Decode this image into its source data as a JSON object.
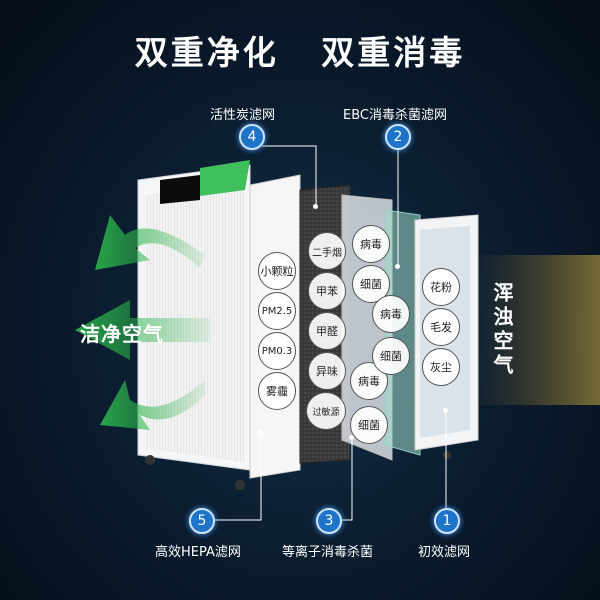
{
  "headline": {
    "left": "双重净化",
    "right": "双重消毒"
  },
  "labels": {
    "activated_carbon": "活性炭滤网",
    "ebc_filter": "EBC消毒杀菌滤网",
    "hepa": "高效HEPA滤网",
    "plasma": "等离子消毒杀菌",
    "pre_filter": "初效滤网"
  },
  "badges": {
    "b1": "1",
    "b2": "2",
    "b3": "3",
    "b4": "4",
    "b5": "5"
  },
  "air": {
    "clean": "洁净空气",
    "dirty": "浑浊空气"
  },
  "hepa_chips": [
    "小颗粒",
    "PM2.5",
    "PM0.3",
    "雾霾"
  ],
  "carbon_chips": [
    "二手烟",
    "甲苯",
    "甲醛",
    "异味",
    "过敏源"
  ],
  "plasma_chips": [
    "病毒",
    "细菌",
    "病毒",
    "细菌"
  ],
  "ebc_chips": [
    "病毒",
    "细菌"
  ],
  "pre_chips": [
    "花粉",
    "毛发",
    "灰尘"
  ],
  "colors": {
    "accent": "#1d74c9",
    "green": "#2bb34a",
    "haze": "#8a7a3a"
  }
}
